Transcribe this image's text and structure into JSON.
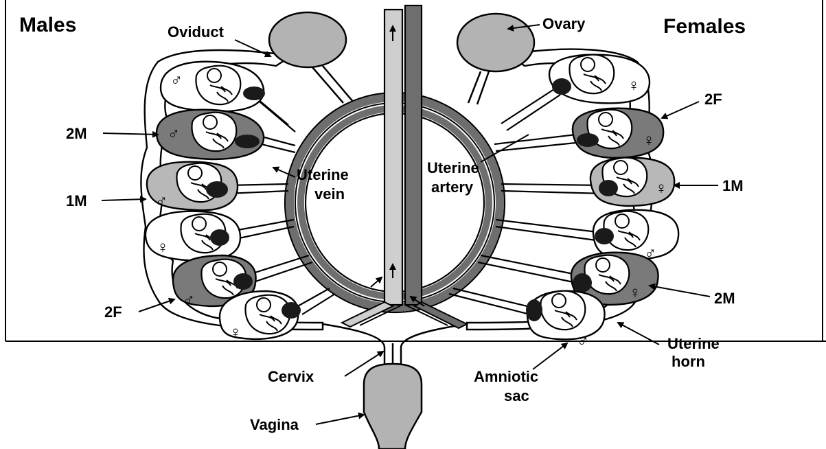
{
  "headings": {
    "males": "Males",
    "females": "Females"
  },
  "labels": {
    "oviduct": "Oviduct",
    "ovary": "Ovary",
    "uterine_vein_1": "Uterine",
    "uterine_vein_2": "vein",
    "uterine_artery_1": "Uterine",
    "uterine_artery_2": "artery",
    "left_2m": "2M",
    "left_1m": "1M",
    "left_2f": "2F",
    "right_2f": "2F",
    "right_1m": "1M",
    "right_2m": "2M",
    "uterine_horn_1": "Uterine",
    "uterine_horn_2": "horn",
    "cervix": "Cervix",
    "amniotic_1": "Amniotic",
    "amniotic_2": "sac",
    "vagina": "Vagina"
  },
  "symbols": {
    "male": "♂",
    "female": "♀"
  },
  "fetuses": {
    "left": [
      "male",
      "male",
      "male",
      "female",
      "male",
      "female"
    ],
    "right": [
      "female",
      "female",
      "female",
      "male",
      "female",
      "male"
    ]
  },
  "colors": {
    "dark_sac": "#7a7a7a",
    "medium_sac": "#b8b8b8",
    "light_sac": "#ffffff",
    "organ_fill": "#b3b3b3",
    "vessel": "#6e6e6e",
    "placenta": "#1a1a1a"
  }
}
